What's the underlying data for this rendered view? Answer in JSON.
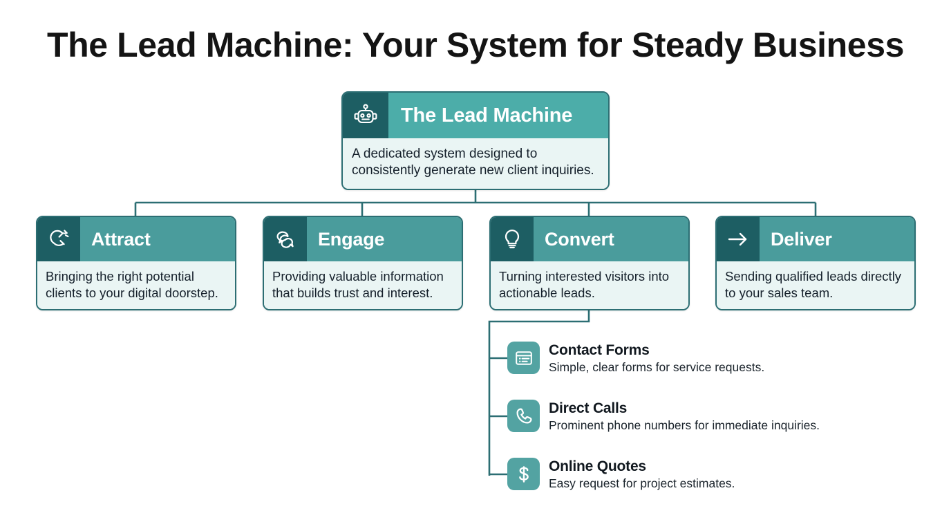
{
  "page": {
    "title": "The Lead Machine: Your System for Steady Business"
  },
  "colors": {
    "title_text": "#141414",
    "node_border": "#2c6e73",
    "icon_panel_dark_teal": "#1d5e63",
    "header_teal": "#4a9c9c",
    "root_header_teal": "#4cada9",
    "body_background": "#eaf5f4",
    "connector_line": "#2c6e73",
    "sub_tile_teal": "#53a3a2",
    "page_background": "#ffffff"
  },
  "root": {
    "icon": "robot-icon",
    "title": "The Lead Machine",
    "description": "A dedicated system designed to consistently generate new client inquiries."
  },
  "branches": [
    {
      "icon": "magnet-icon",
      "title": "Attract",
      "description": "Bringing the right potential clients to your digital doorstep."
    },
    {
      "icon": "speech-bubbles-icon",
      "title": "Engage",
      "description": "Providing valuable information that builds trust and interest."
    },
    {
      "icon": "lightbulb-icon",
      "title": "Convert",
      "description": "Turning interested visitors into actionable leads."
    },
    {
      "icon": "arrow-right-icon",
      "title": "Deliver",
      "description": "Sending qualified leads directly to your sales team."
    }
  ],
  "convert_subitems": [
    {
      "icon": "form-icon",
      "title": "Contact Forms",
      "description": "Simple, clear forms for service requests."
    },
    {
      "icon": "phone-icon",
      "title": "Direct Calls",
      "description": "Prominent phone numbers for immediate inquiries."
    },
    {
      "icon": "dollar-icon",
      "title": "Online Quotes",
      "description": "Easy request for project estimates."
    }
  ]
}
